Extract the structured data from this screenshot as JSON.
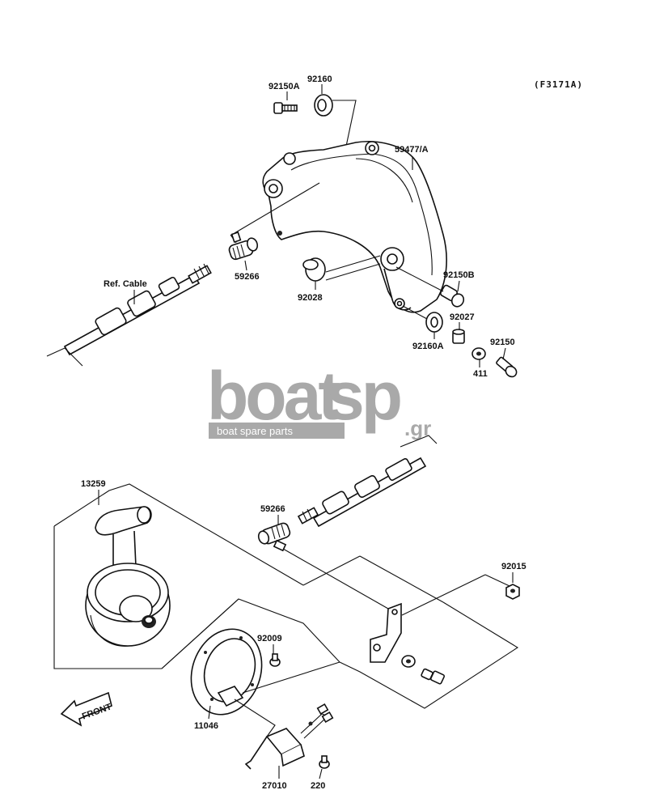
{
  "diagram_code": "(F3171A)",
  "labels": {
    "p92150A": "92150A",
    "p92160": "92160",
    "p59477A": "59477/A",
    "p59266_top": "59266",
    "p92028": "92028",
    "p92150B": "92150B",
    "p92027": "92027",
    "p92160A": "92160A",
    "p92150": "92150",
    "p411": "411",
    "ref_cable": "Ref. Cable",
    "p13259": "13259",
    "p59266_bottom": "59266",
    "p92015": "92015",
    "p92009": "92009",
    "p11046": "11046",
    "p27010": "27010",
    "p220": "220",
    "front": "FRONT"
  },
  "watermark": {
    "word1": "boat",
    "word2": "sp",
    "suffix": ".gr",
    "tagline": "boat spare parts"
  }
}
